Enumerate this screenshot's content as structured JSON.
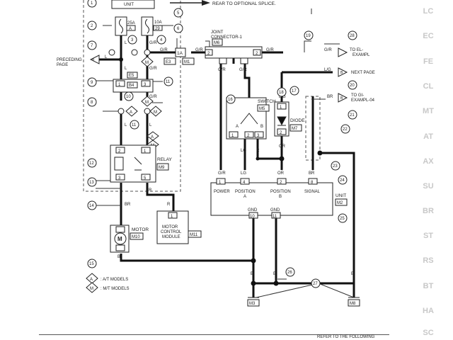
{
  "labels": {
    "top_note": "REAR TO OPTIONAL SPLICE.",
    "preceding_page": [
      "PRECEDING",
      "PAGE"
    ],
    "fuse_25a": "25A",
    "fuse_25a_id": "A",
    "fuse_10a": "10A",
    "fuse_10a_id": "29",
    "fuse_top": "UNIT",
    "joint_connector": [
      "JOINT",
      "CONNECTOR-1"
    ],
    "joint_id": "M6",
    "to_el": [
      "TO EL-",
      "EXAMPL"
    ],
    "next_page": "NEXT PAGE",
    "to_gi": [
      "TO GI-",
      "EXAMPL-04"
    ],
    "switch": "SWITCH",
    "switch_id": "M5",
    "diode": "DIODE",
    "diode_id": "M7",
    "relay": "RELAY",
    "relay_id": "M9",
    "motor": "MOTOR",
    "motor_id": "M10",
    "motor_module": [
      "MOTOR",
      "CONTROL",
      "MODULE"
    ],
    "motor_module_id": "M11",
    "unit": "UNIT",
    "unit_id": "M2",
    "power": "POWER",
    "position_a": [
      "POSITION",
      "A"
    ],
    "position_b": [
      "POSITION",
      "B"
    ],
    "signal": "SIGNAL",
    "gnd": "GND",
    "at_models": ": A/T MODELS",
    "mt_models": ": M/T MODELS",
    "legend_a": "A",
    "legend_m": "M",
    "e3": "E3",
    "m1": "M1",
    "e5": "E5",
    "b4": "B4",
    "m3": "M3",
    "m8": "M8",
    "footer_note": "REFER TO THE FOLLOWING"
  },
  "wires": {
    "gr": "G/R",
    "l": "L",
    "lg": "LG",
    "or": "OR",
    "br": "BR",
    "r": "R",
    "b": "B",
    "lgr": "L/G"
  },
  "pins": {
    "p1": "1",
    "p2": "2",
    "p3": "3",
    "p4": "4",
    "p5": "5",
    "p8": "8",
    "p10": "10",
    "p11": "11",
    "p1a": "1A"
  },
  "callouts": [
    "1",
    "2",
    "3",
    "4",
    "5",
    "6",
    "7",
    "8",
    "9",
    "10",
    "11",
    "12",
    "13",
    "14",
    "15",
    "16",
    "17",
    "18",
    "19",
    "20",
    "21",
    "22",
    "23",
    "24",
    "25",
    "26",
    "27",
    "28"
  ],
  "sidebar_codes": [
    "LC",
    "EC",
    "FE",
    "CL",
    "MT",
    "AT",
    "AX",
    "SU",
    "BR",
    "ST",
    "RS",
    "BT",
    "HA",
    "SC"
  ]
}
